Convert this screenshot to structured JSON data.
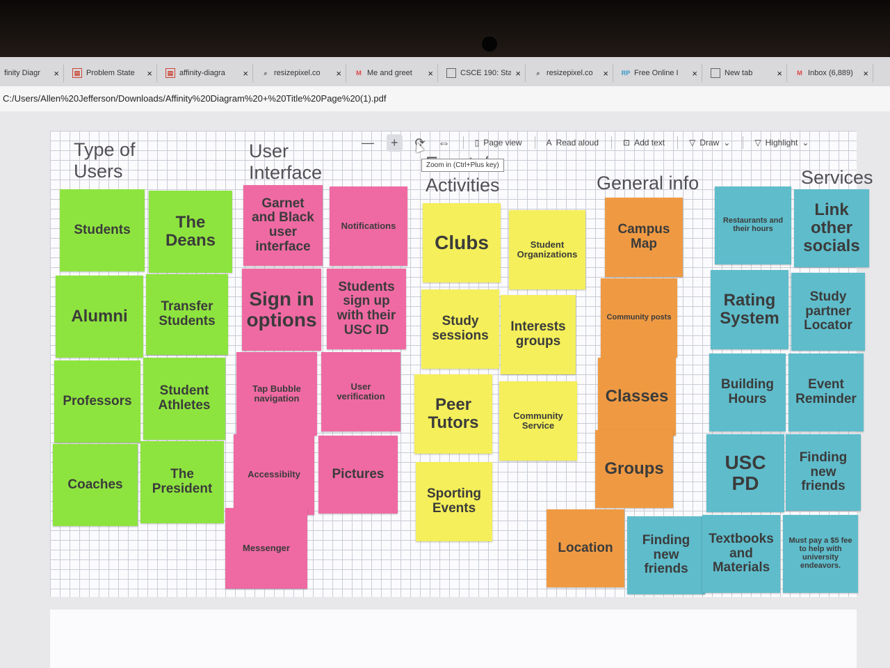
{
  "browser": {
    "tabs": [
      {
        "label": "finity Diagr",
        "icon": "pdf-icon"
      },
      {
        "label": "Problem State",
        "icon": "pdf-icon"
      },
      {
        "label": "affinity-diagra",
        "icon": "pdf-icon"
      },
      {
        "label": "resizepixel.co",
        "icon": "search-icon"
      },
      {
        "label": "Me and greet",
        "icon": "gmail-icon"
      },
      {
        "label": "CSCE 190: Sta",
        "icon": "document-icon"
      },
      {
        "label": "resizepixel.co",
        "icon": "search-icon"
      },
      {
        "label": "Free Online I",
        "icon": "rp-icon"
      },
      {
        "label": "New tab",
        "icon": "newtab-icon"
      },
      {
        "label": "Inbox (6,889)",
        "icon": "gmail-icon"
      }
    ],
    "tab_close": "×",
    "url": "C:/Users/Allen%20Jefferson/Downloads/Affinity%20Diagram%20+%20Title%20Page%20(1).pdf"
  },
  "toolbar": {
    "zoom_out": "—",
    "zoom_in": "+",
    "page_view": "Page view",
    "read_aloud": "Read aloud",
    "add_text": "Add text",
    "draw": "Draw",
    "highlight": "Highlight",
    "tooltip": "Zoom in (Ctrl+Plus key)"
  },
  "colors": {
    "green": "#8ee43f",
    "pink": "#ef6aa3",
    "yellow": "#f4ef5a",
    "orange": "#ef9a43",
    "teal": "#5fbccb"
  },
  "diagram": {
    "headings": {
      "type_of_users": "Type of Users",
      "user_interface": "User Interface",
      "events_activities": "Events/ Activities",
      "general_info": "General info",
      "services": "Services"
    },
    "type_of_users": [
      "Students",
      "The Deans",
      "Alumni",
      "Transfer Students",
      "Professors",
      "Student Athletes",
      "Coaches",
      "The President"
    ],
    "user_interface": [
      "Garnet and Black user interface",
      "Notifications",
      "Sign in options",
      "Students sign up with their USC ID",
      "Tap Bubble navigation",
      "User verification",
      "Accessibilty",
      "Pictures",
      "Messenger"
    ],
    "events_activities": [
      "Clubs",
      "Student Organizations",
      "Study sessions",
      "Interests groups",
      "Peer Tutors",
      "Community Service",
      "Sporting Events"
    ],
    "general_info": [
      "Campus Map",
      "Community posts",
      "Classes",
      "Groups",
      "Location"
    ],
    "services": [
      "Restaurants and their hours",
      "Link other socials",
      "Rating System",
      "Study partner Locator",
      "Building Hours",
      "Event Reminder",
      "USC PD",
      "Finding new friends",
      "Finding new friends",
      "Textbooks and Materials",
      "Must pay a $5 fee to help with university endeavors."
    ]
  }
}
